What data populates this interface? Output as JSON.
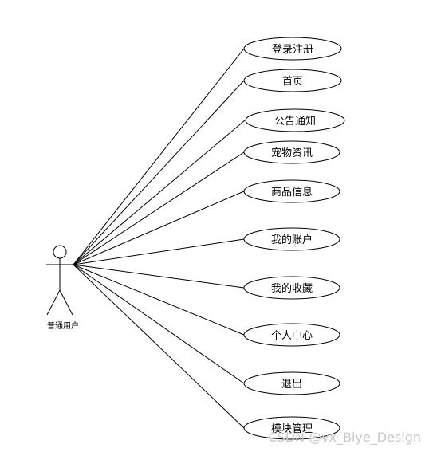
{
  "actor": {
    "label": "普通用户"
  },
  "use_cases": [
    {
      "label": "登录注册"
    },
    {
      "label": "首页"
    },
    {
      "label": "公告通知"
    },
    {
      "label": "宠物资讯"
    },
    {
      "label": "商品信息"
    },
    {
      "label": "我的账户"
    },
    {
      "label": "我的收藏"
    },
    {
      "label": "个人中心"
    },
    {
      "label": "退出"
    },
    {
      "label": "模块管理"
    }
  ],
  "watermark": "CSDN @vx_Biye_Design",
  "colors": {
    "stroke": "#000000",
    "background": "#ffffff",
    "watermark": "#c9c9c9"
  }
}
